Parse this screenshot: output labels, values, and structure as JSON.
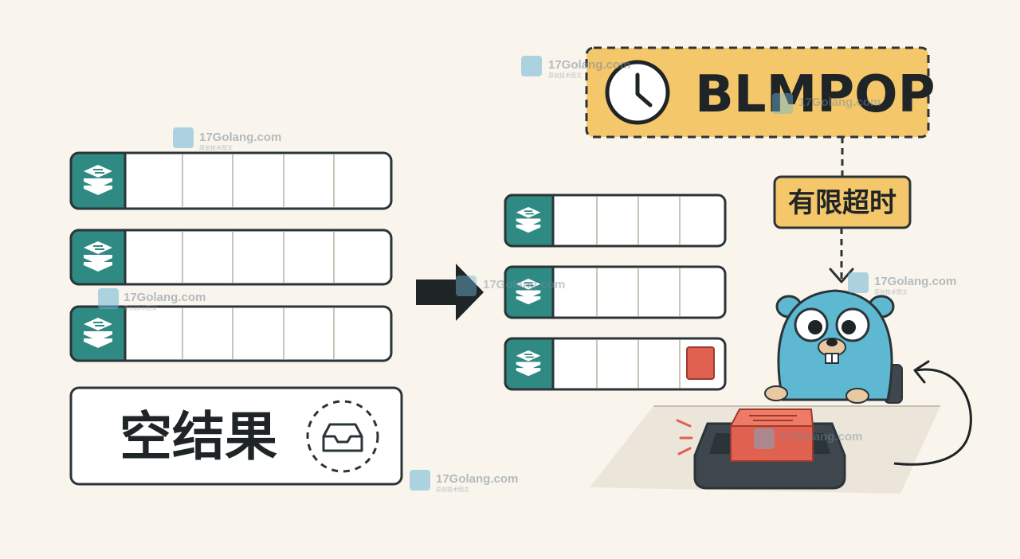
{
  "command": {
    "name": "BLMPOP",
    "icon": "clock-icon"
  },
  "timeout_label": "有限超时",
  "empty_result": {
    "label": "空结果",
    "icon": "empty-inbox-icon"
  },
  "source_lists": {
    "icon": "redis-stack-icon",
    "count": 3,
    "slots_per_list": 5
  },
  "target_lists": {
    "icon": "redis-stack-icon",
    "count": 3,
    "slots_per_list": 4,
    "element_in_last_list": true
  },
  "mascot": "go-gopher",
  "watermark": {
    "site": "17Golang.com",
    "tagline": "原创技术图文"
  },
  "colors": {
    "background": "#f9f5ec",
    "outline": "#2b3438",
    "teal": "#2f8a83",
    "command_box": "#f4c76a",
    "element": "#e0614f",
    "gopher": "#5fb8d1",
    "tray": "#3f474e"
  }
}
